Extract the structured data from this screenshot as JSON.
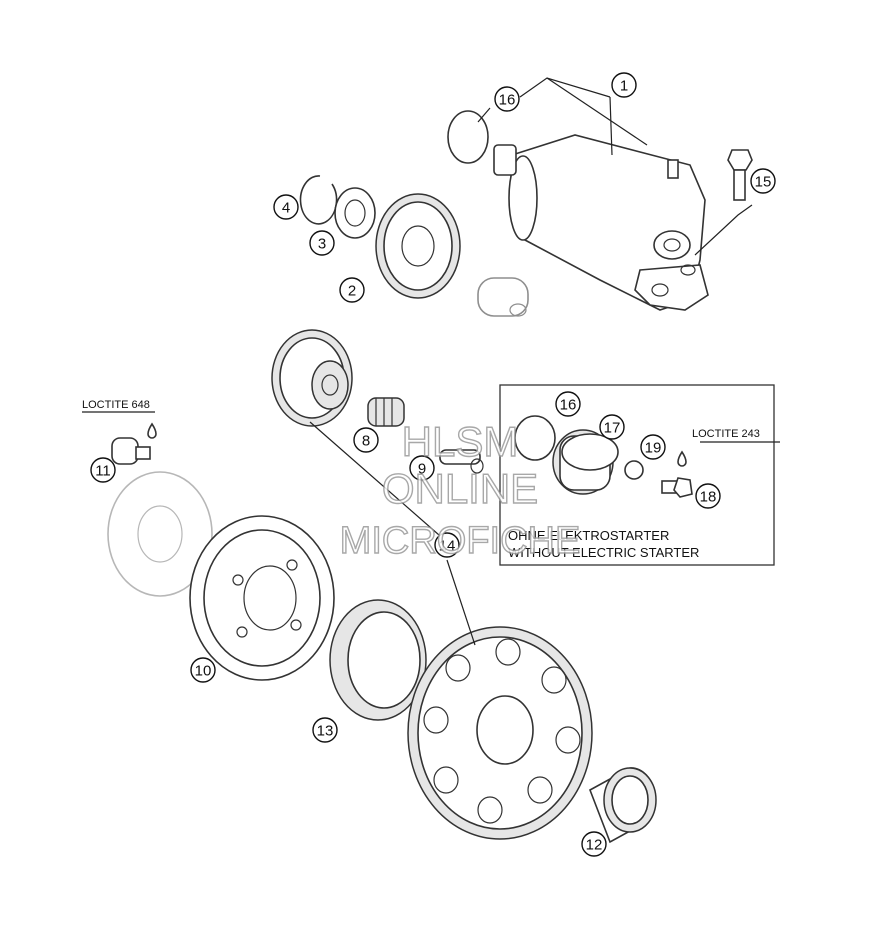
{
  "callouts": [
    "1",
    "2",
    "3",
    "4",
    "8",
    "9",
    "10",
    "11",
    "12",
    "13",
    "14",
    "15",
    "16",
    "16",
    "17",
    "18",
    "19"
  ],
  "notes": {
    "loctite_648": "LOCTITE 648",
    "loctite_243": "LOCTITE 243"
  },
  "box": {
    "line1": "OHNE ELEKTROSTARTER",
    "line2": "WITHOUT ELECTRIC STARTER"
  },
  "watermark": {
    "line1": "HLSM",
    "line2": "ONLINE",
    "line3": "MICROFICHE"
  }
}
